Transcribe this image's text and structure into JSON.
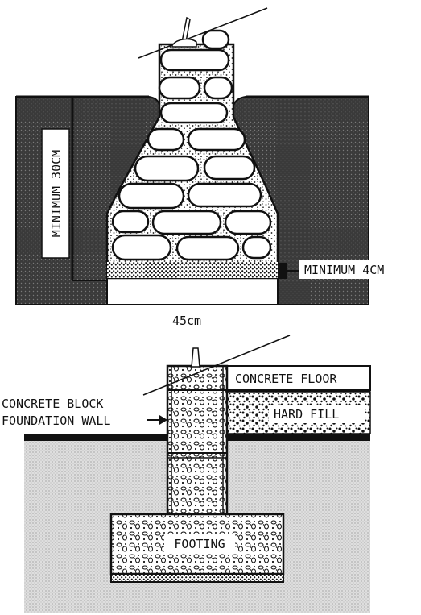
{
  "top_figure": {
    "vertical_label": "MINIMUM 30CM",
    "base_label": "MINIMUM 4CM",
    "width_label": "45cm"
  },
  "bottom_figure": {
    "wall_label_line1": "CONCRETE BLOCK",
    "wall_label_line2": "FOUNDATION WALL",
    "floor_label": "CONCRETE FLOOR",
    "fill_label": "HARD FILL",
    "footing_label": "FOOTING"
  },
  "colors": {
    "ink": "#111111",
    "soil": "#4a4a4a",
    "paper": "#ffffff"
  }
}
